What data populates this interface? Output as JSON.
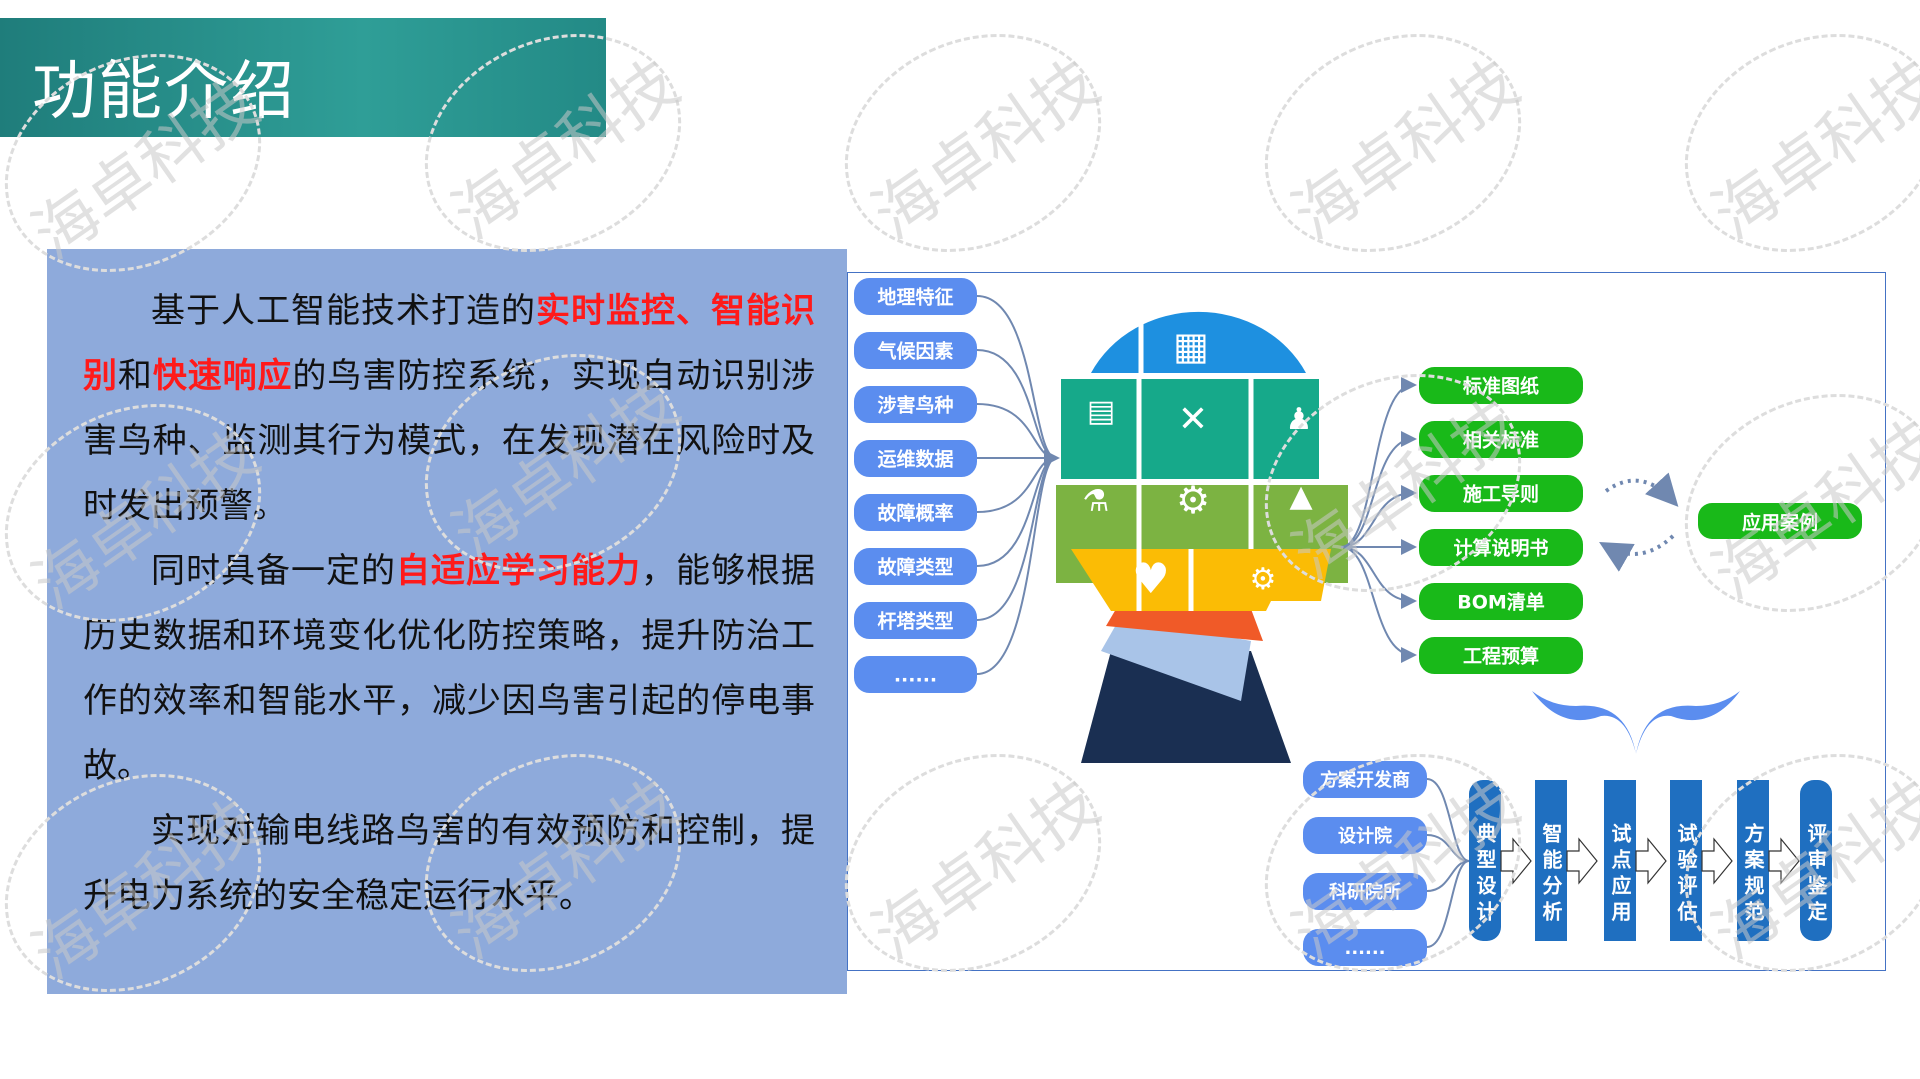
{
  "title": "功能介绍",
  "description": {
    "p1": [
      "基于人工智能技术打造的",
      "实时监控、智能识别",
      "和",
      "快速响应",
      "的鸟害防控系统，实现自动识别涉害鸟种、监测其行为模式，在发现潜在风险时及时发出预警。"
    ],
    "p2": [
      "同时具备一定的",
      "自适应学习能力",
      "，能够根据历史数据和环境变化优化防控策略，提升防治工作的效率和智能水平，减少因鸟害引起的停电事故。"
    ],
    "p3": "实现对输电线路鸟害的有效预防和控制，提升电力系统的安全稳定运行水平。"
  },
  "diagram": {
    "inputs": [
      "地理特征",
      "气候因素",
      "涉害鸟种",
      "运维数据",
      "故障概率",
      "故障类型",
      "杆塔类型",
      "......"
    ],
    "outputs": [
      "标准图纸",
      "相关标准",
      "施工导则",
      "计算说明书",
      "BOM清单",
      "工程预算"
    ],
    "application": "应用案例",
    "participants": [
      "方案开发商",
      "设计院",
      "科研院所",
      "......"
    ],
    "process": [
      "典型设计",
      "智能分析",
      "试点应用",
      "试验评估",
      "方案规范",
      "评审鉴定"
    ]
  },
  "watermark": "海卓科技",
  "colors": {
    "title_bg": "#2a918c",
    "panel_bg": "#8eaadb",
    "highlight": "#ff1a1a",
    "input_pill": "#5b8def",
    "output_pill": "#19b919",
    "process_bar": "#1f6fc0"
  }
}
